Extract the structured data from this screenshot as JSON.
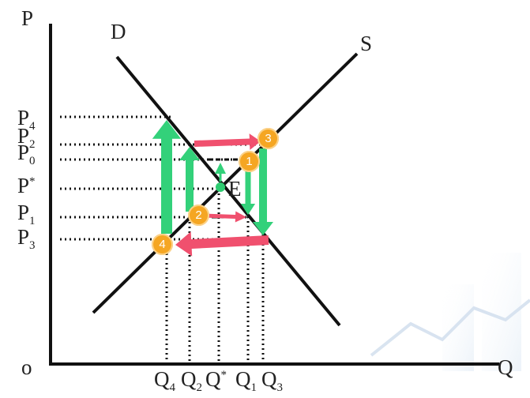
{
  "axes": {
    "y_axis_label": "P",
    "x_axis_label": "Q",
    "origin_label": "o"
  },
  "curves": {
    "demand_label": "D",
    "supply_label": "S"
  },
  "equilibrium_label": "E",
  "price_labels": [
    {
      "base": "P",
      "sub": "4",
      "sup": ""
    },
    {
      "base": "P",
      "sub": "2",
      "sup": ""
    },
    {
      "base": "P",
      "sub": "0",
      "sup": ""
    },
    {
      "base": "P",
      "sub": "",
      "sup": "*"
    },
    {
      "base": "P",
      "sub": "1",
      "sup": ""
    },
    {
      "base": "P",
      "sub": "3",
      "sup": ""
    }
  ],
  "quantity_labels": [
    {
      "base": "Q",
      "sub": "4",
      "sup": ""
    },
    {
      "base": "Q",
      "sub": "2",
      "sup": ""
    },
    {
      "base": "Q",
      "sub": "",
      "sup": "*"
    },
    {
      "base": "Q",
      "sub": "1",
      "sup": ""
    },
    {
      "base": "Q",
      "sub": "3",
      "sup": ""
    }
  ],
  "step_badges": [
    "1",
    "2",
    "3",
    "4"
  ],
  "colors": {
    "curve": "#111111",
    "quantity_arrow": "#33D17A",
    "price_arrow": "#F0506E",
    "badge": "#F5A623",
    "equilibrium_point": "#2ECC71"
  }
}
